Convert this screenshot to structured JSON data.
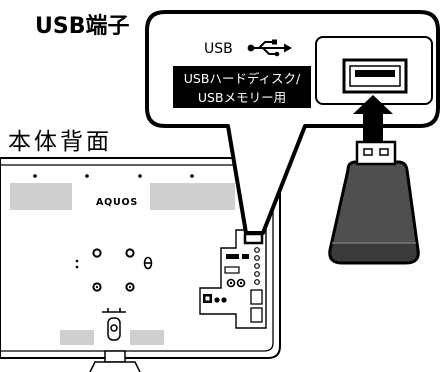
{
  "title": "USB端子",
  "callout": {
    "usb_label": "USB",
    "usage_line1": "USBハードディスク/",
    "usage_line2": "USBメモリー用"
  },
  "tv": {
    "caption": "本体背面",
    "brand": "AQUOS"
  },
  "icons": {
    "usb_symbol": "usb-symbol-icon",
    "usb_port": "usb-port-icon",
    "insert_arrow": "arrow-up-icon",
    "usb_plug": "usb-plug-icon"
  },
  "colors": {
    "line": "#000000",
    "label_background": "#000000",
    "label_text": "#ffffff",
    "vent_gray": "#cfcfcf",
    "plug_body": "#4f4f4f"
  }
}
